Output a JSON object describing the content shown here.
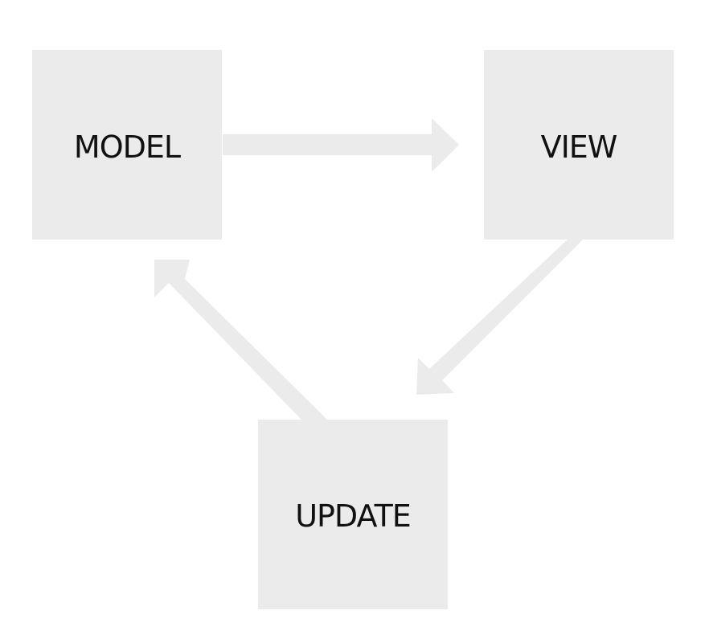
{
  "diagram": {
    "nodes": {
      "model": {
        "label": "MODEL"
      },
      "view": {
        "label": "VIEW"
      },
      "update": {
        "label": "UPDATE"
      }
    },
    "edges": [
      {
        "from": "MODEL",
        "to": "VIEW"
      },
      {
        "from": "VIEW",
        "to": "UPDATE"
      },
      {
        "from": "UPDATE",
        "to": "MODEL"
      }
    ],
    "colors": {
      "box": "#ebebeb",
      "arrow": "#ebebeb",
      "text": "#111111",
      "background": "#ffffff"
    }
  }
}
